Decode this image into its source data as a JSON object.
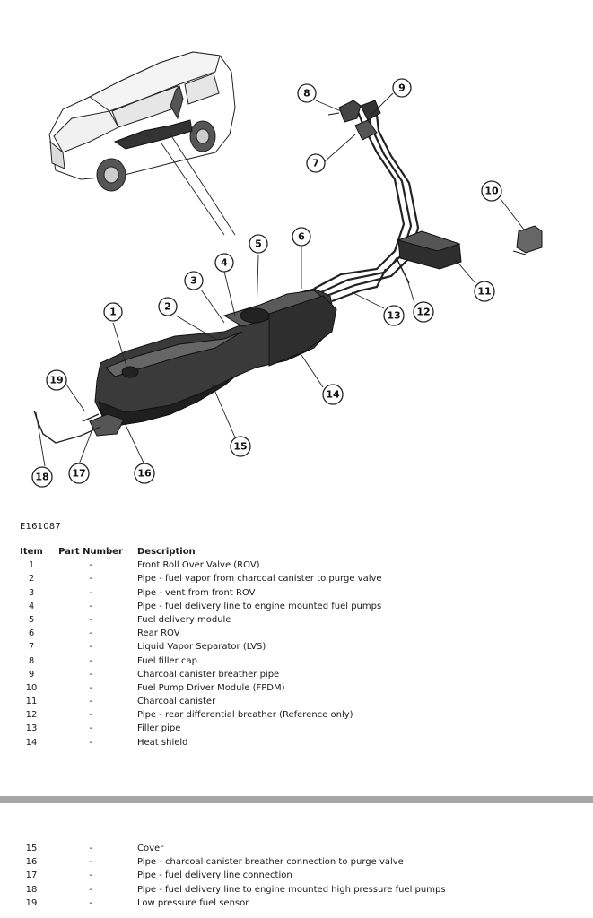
{
  "figure_ref": "E161087",
  "columns": {
    "item": "Item",
    "part_number": "Part Number",
    "description": "Description"
  },
  "callouts": [
    "1",
    "2",
    "3",
    "4",
    "5",
    "6",
    "7",
    "8",
    "9",
    "10",
    "11",
    "12",
    "13",
    "14",
    "15",
    "16",
    "17",
    "18",
    "19"
  ],
  "parts_page1": [
    {
      "item": "1",
      "part": "-",
      "desc": "Front Roll Over Valve (ROV)"
    },
    {
      "item": "2",
      "part": "-",
      "desc": "Pipe - fuel vapor from charcoal canister to purge valve"
    },
    {
      "item": "3",
      "part": "-",
      "desc": "Pipe - vent from front ROV"
    },
    {
      "item": "4",
      "part": "-",
      "desc": "Pipe - fuel delivery line to engine mounted fuel pumps"
    },
    {
      "item": "5",
      "part": "-",
      "desc": "Fuel delivery module"
    },
    {
      "item": "6",
      "part": "-",
      "desc": "Rear ROV"
    },
    {
      "item": "7",
      "part": "-",
      "desc": "Liquid Vapor Separator (LVS)"
    },
    {
      "item": "8",
      "part": "-",
      "desc": "Fuel filler cap"
    },
    {
      "item": "9",
      "part": "-",
      "desc": "Charcoal canister breather pipe"
    },
    {
      "item": "10",
      "part": "-",
      "desc": "Fuel Pump Driver Module (FPDM)"
    },
    {
      "item": "11",
      "part": "-",
      "desc": "Charcoal canister"
    },
    {
      "item": "12",
      "part": "-",
      "desc": "Pipe - rear differential breather (Reference only)"
    },
    {
      "item": "13",
      "part": "-",
      "desc": "Filler pipe"
    },
    {
      "item": "14",
      "part": "-",
      "desc": "Heat shield"
    }
  ],
  "parts_page2": [
    {
      "item": "15",
      "part": "-",
      "desc": "Cover"
    },
    {
      "item": "16",
      "part": "-",
      "desc": "Pipe - charcoal canister breather connection to purge valve"
    },
    {
      "item": "17",
      "part": "-",
      "desc": "Pipe - fuel delivery line connection"
    },
    {
      "item": "18",
      "part": "-",
      "desc": "Pipe - fuel delivery line to engine mounted high pressure fuel pumps"
    },
    {
      "item": "19",
      "part": "-",
      "desc": "Low pressure fuel sensor"
    }
  ]
}
